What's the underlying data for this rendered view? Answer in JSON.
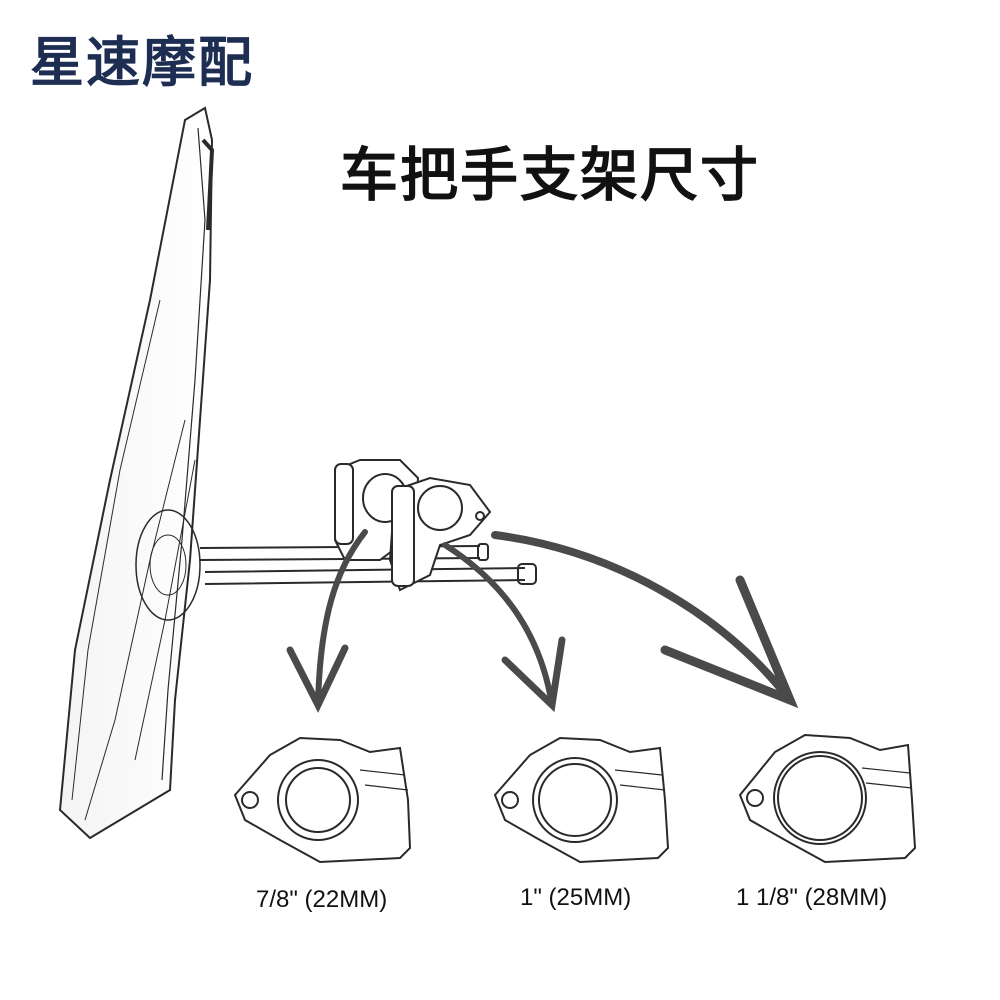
{
  "brand": {
    "text": "星速摩配"
  },
  "title": {
    "text": "车把手支架尺寸"
  },
  "sizes": [
    {
      "label": "7/8\" (22MM)"
    },
    {
      "label": "1\" (25MM)"
    },
    {
      "label": "1 1/8\" (28MM)"
    }
  ],
  "colors": {
    "brand": "#1e2d52",
    "arrow": "#4a4a4a",
    "line_art": "#2a2a2a"
  }
}
